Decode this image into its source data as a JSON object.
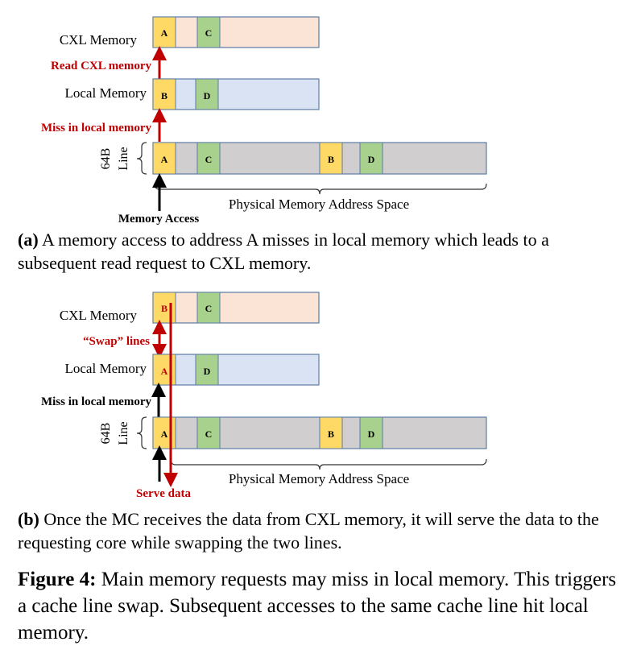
{
  "colors": {
    "cxl_region": "#FBE3D5",
    "local_region": "#DAE3F3",
    "address_space": "#D0CECE",
    "line_yellow": "#FFD966",
    "line_green": "#A9D18E",
    "red": "#C00000",
    "border": "#5B7BA6"
  },
  "panel_a": {
    "cxl_label": "CXL Memory",
    "local_label": "Local Memory",
    "line_label_top": "64B",
    "line_label_bottom": "Line",
    "arrow_read": "Read CXL memory",
    "arrow_miss": "Miss in local memory",
    "access_label": "Memory Access",
    "address_space_label": "Physical Memory Address Space",
    "cxl_cells": [
      "A",
      "C"
    ],
    "local_cells": [
      "B",
      "D"
    ],
    "address_cells": [
      "A",
      "C",
      "B",
      "D"
    ],
    "caption_tag": "(a)",
    "caption_text": " A memory access to address A misses in local memory which leads to a subsequent read request to CXL memory."
  },
  "panel_b": {
    "cxl_label": "CXL Memory",
    "local_label": "Local Memory",
    "line_label_top": "64B",
    "line_label_bottom": "Line",
    "arrow_swap": "“Swap” lines",
    "arrow_miss": "Miss in local memory",
    "serve_label": "Serve data",
    "address_space_label": "Physical Memory Address Space",
    "cxl_cells": [
      "B",
      "C"
    ],
    "local_cells": [
      "A",
      "D"
    ],
    "address_cells": [
      "A",
      "C",
      "B",
      "D"
    ],
    "caption_tag": "(b)",
    "caption_text": " Once the MC receives the data from CXL memory, it will serve the data to the requesting core while swapping the two lines."
  },
  "figure": {
    "tag": "Figure 4:",
    "text": " Main memory requests may miss in local memory. This triggers a cache line swap. Subsequent accesses to the same cache line hit local memory."
  }
}
